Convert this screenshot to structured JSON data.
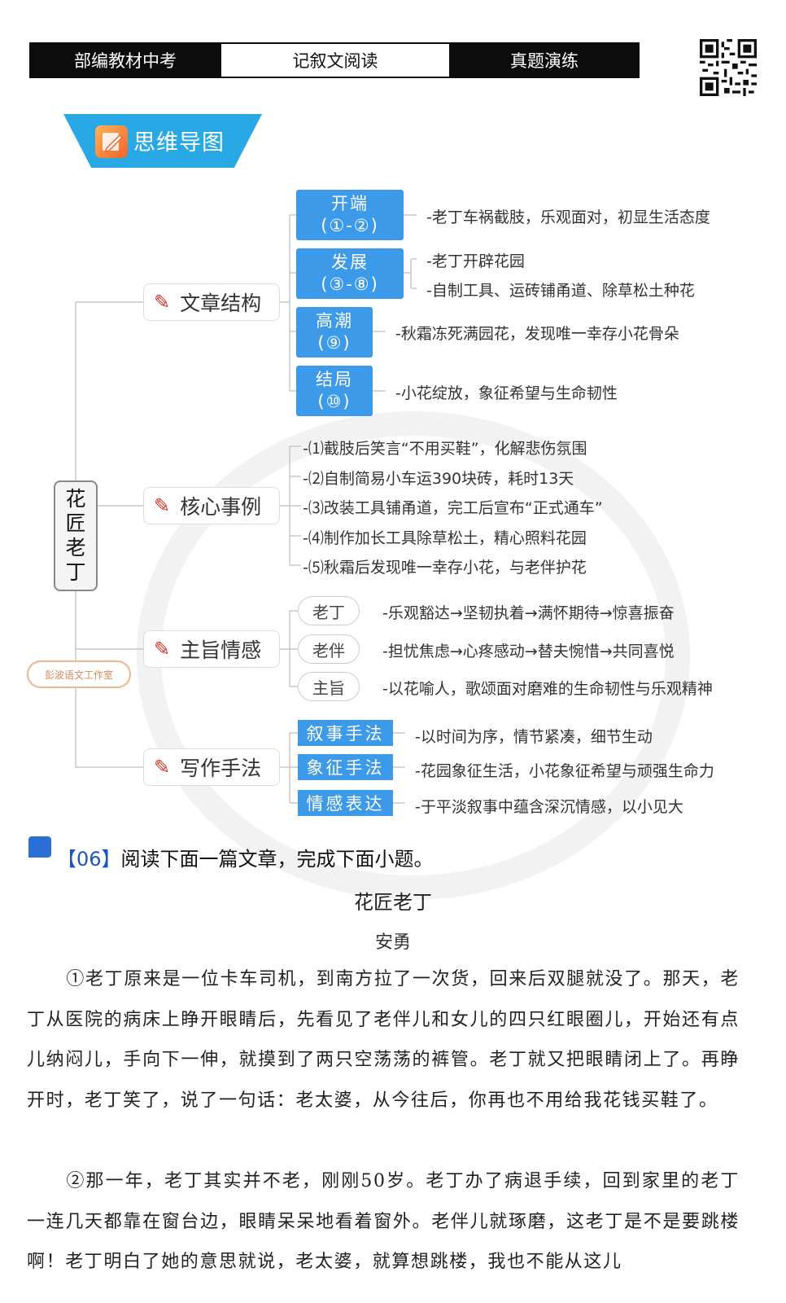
{
  "header": {
    "left_label": "部编教材中考",
    "center_label": "记叙文阅读",
    "right_label": "真题演练"
  },
  "banner": {
    "title": "思维导图"
  },
  "mindmap": {
    "root": [
      "花",
      "匠",
      "老",
      "丁"
    ],
    "studio_stamp": "彭波语文工作室",
    "structure": {
      "label": "文章结构",
      "stages": [
        {
          "name": "开端",
          "range": "(①-②)",
          "notes": [
            "-老丁车祸截肢，乐观面对，初显生活态度"
          ]
        },
        {
          "name": "发展",
          "range": "(③-⑧)",
          "notes": [
            "-老丁开辟花园",
            "-自制工具、运砖铺甬道、除草松土种花"
          ]
        },
        {
          "name": "高潮",
          "range": "(⑨)",
          "notes": [
            "-秋霜冻死满园花，发现唯一幸存小花骨朵"
          ]
        },
        {
          "name": "结局",
          "range": "(⑩)",
          "notes": [
            "-小花绽放，象征希望与生命韧性"
          ]
        }
      ]
    },
    "cases": {
      "label": "核心事例",
      "items": [
        "-⑴截肢后笑言“不用买鞋”，化解悲伤氛围",
        "-⑵自制简易小车运390块砖，耗时13天",
        "-⑶改装工具铺甬道，完工后宣布“正式通车”",
        "-⑷制作加长工具除草松土，精心照料花园",
        "-⑸秋霜后发现唯一幸存小花，与老伴护花"
      ]
    },
    "emotion": {
      "label": "主旨情感",
      "items": [
        {
          "tag": "老丁",
          "text": "-乐观豁达→坚韧执着→满怀期待→惊喜振奋"
        },
        {
          "tag": "老伴",
          "text": "-担忧焦虑→心疼感动→替夫惋惜→共同喜悦"
        },
        {
          "tag": "主旨",
          "text": "-以花喻人，歌颂面对磨难的生命韧性与乐观精神"
        }
      ]
    },
    "technique": {
      "label": "写作手法",
      "items": [
        {
          "tag": "叙事手法",
          "text": "-以时间为序，情节紧凑，细节生动"
        },
        {
          "tag": "象征手法",
          "text": "-花园象征生活，小花象征希望与顽强生命力"
        },
        {
          "tag": "情感表达",
          "text": "-于平淡叙事中蕴含深沉情感，以小见大"
        }
      ]
    }
  },
  "question": {
    "number": "【06】",
    "prompt": "阅读下面一篇文章，完成下面小题。"
  },
  "article": {
    "title": "花匠老丁",
    "author": "安勇",
    "paragraphs": [
      "①老丁原来是一位卡车司机，到南方拉了一次货，回来后双腿就没了。那天，老丁从医院的病床上睁开眼睛后，先看见了老伴儿和女儿的四只红眼圈儿，开始还有点儿纳闷儿，手向下一伸，就摸到了两只空荡荡的裤管。老丁就又把眼睛闭上了。再睁开时，老丁笑了，说了一句话：老太婆，从今往后，你再也不用给我花钱买鞋了。",
      "②那一年，老丁其实并不老，刚刚50岁。老丁办了病退手续，回到家里的老丁一连几天都靠在窗台边，眼睛呆呆地看着窗外。老伴儿就琢磨，这老丁是不是要跳楼啊！老丁明白了她的意思就说，老太婆，就算想跳楼，我也不能从这儿"
    ]
  }
}
